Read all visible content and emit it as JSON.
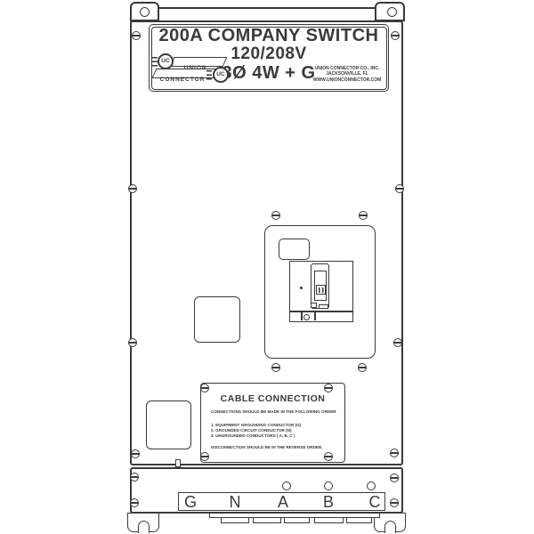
{
  "colors": {
    "line": "#3a3a3a",
    "text": "#3a3a3a",
    "background": "#ffffff"
  },
  "nameplate": {
    "line1": "200A COMPANY SWITCH",
    "line2": "120/208V",
    "line3": "3Ø 4W + G",
    "logo": {
      "badge": "UC",
      "word1": "UNION",
      "word2": "CONNECTOR"
    },
    "company": [
      "UNION CONNECTOR CO., INC.",
      "JACKSONVILLE, FL",
      "WWW.UNIONCONNECTOR.COM"
    ]
  },
  "cable_label": {
    "title": "CABLE CONNECTION",
    "intro": "CONNECTIONS SHOULD BE MADE IN THE FOLLOWING ORDER",
    "items": [
      "1. EQUIPMENT GROUNDING CONDUCTOR (G)",
      "2. GROUNDED CIRCUIT CONDUCTOR (N)",
      "3. UNGROUNDED CONDUCTORS ( A, B, C )"
    ],
    "outro": "DISCONNECTION SHOULD BE IN THE REVERSE ORDER."
  },
  "terminals": {
    "labels": [
      "G",
      "N",
      "A",
      "B",
      "C"
    ]
  }
}
